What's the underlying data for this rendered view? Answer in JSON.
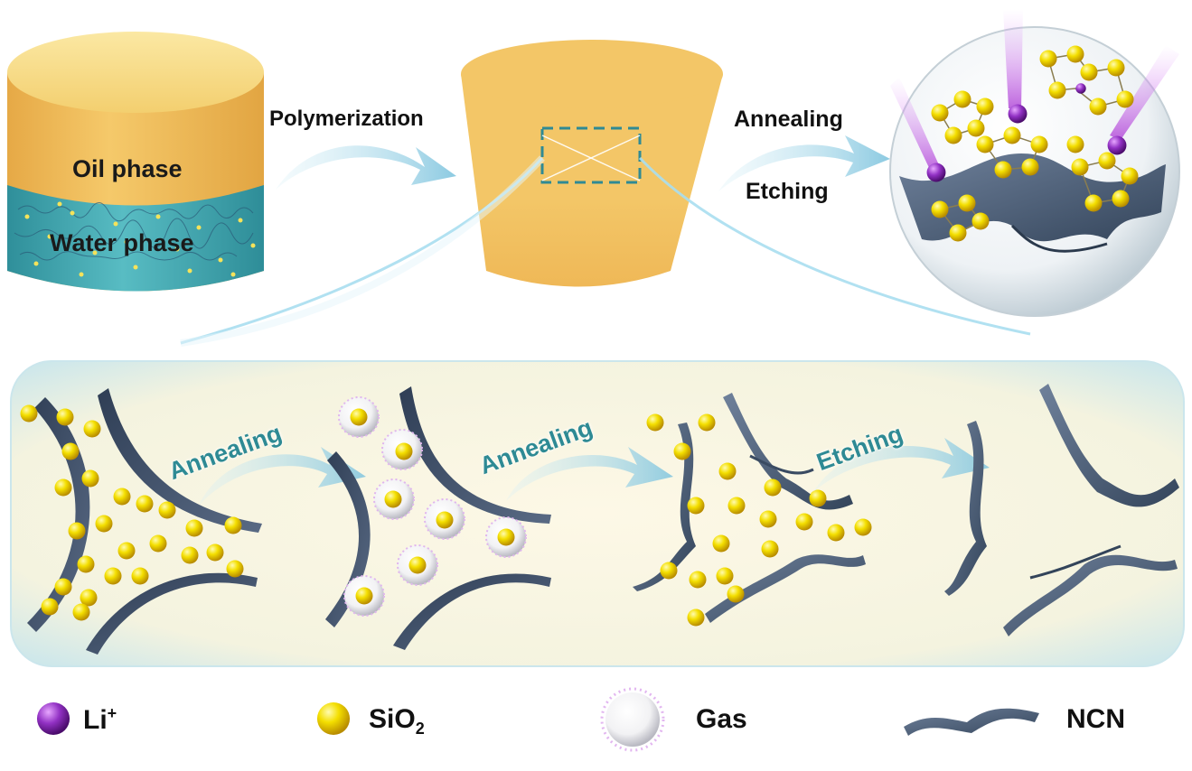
{
  "top": {
    "oil_phase": "Oil phase",
    "water_phase": "Water phase",
    "polymerization": "Polymerization",
    "annealing": "Annealing",
    "etching": "Etching"
  },
  "bottom": {
    "step1": "Annealing",
    "step2": "Annealing",
    "step3": "Etching"
  },
  "legend": {
    "li": {
      "base": "Li",
      "sup": "+"
    },
    "sio2": {
      "base": "SiO",
      "sub": "2"
    },
    "gas": "Gas",
    "ncn": "NCN"
  },
  "colors": {
    "cylinder_top": "#f7d36b",
    "cylinder_body": "#f0bd55",
    "water_phase": "#3fa7b0",
    "sphere_yellow": "#f1d400",
    "li_purple": "#8a2bb5",
    "ncn_sheet": "#4d6079",
    "arrow": "#8ecfe4",
    "step_text": "#2e8a94",
    "panel_bg": "#fbf6e1"
  }
}
